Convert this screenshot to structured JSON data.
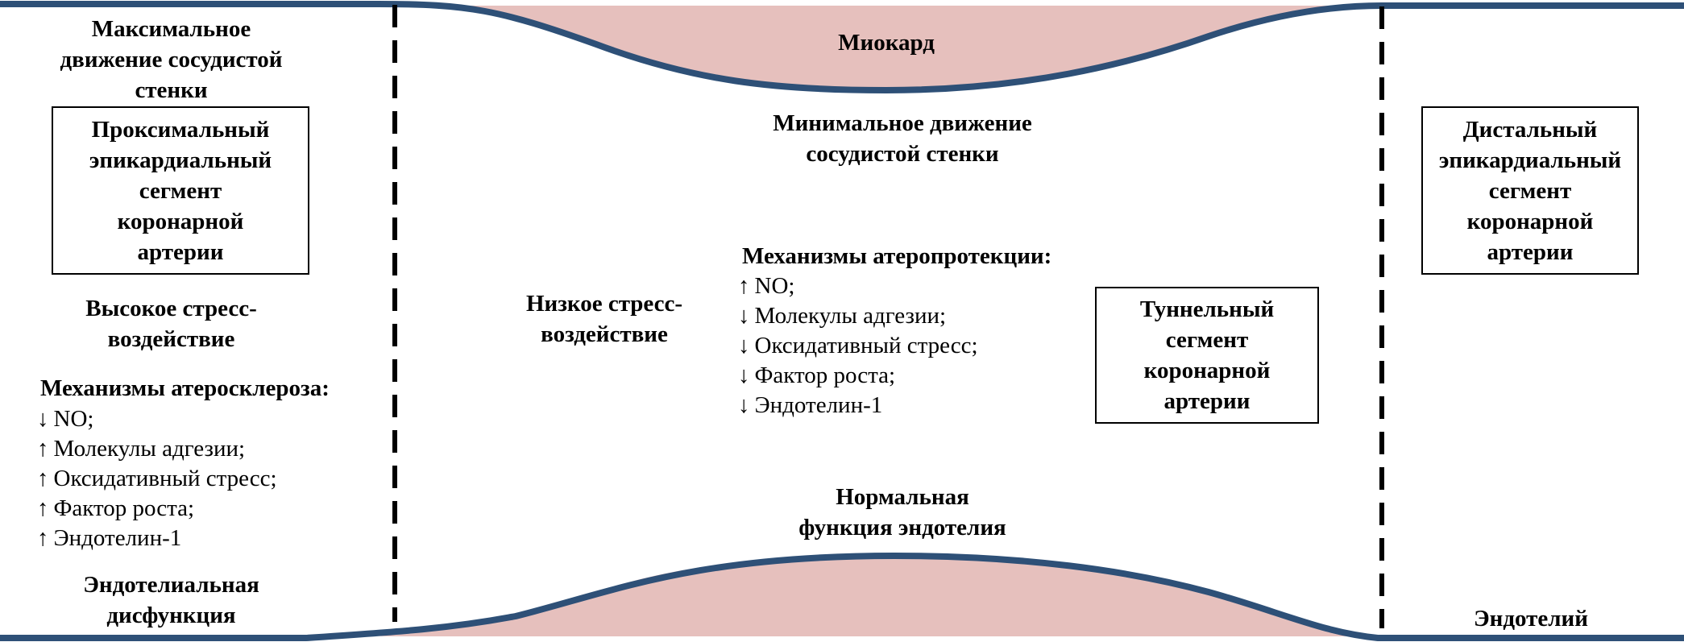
{
  "colors": {
    "vessel_wall": "#2e5077",
    "myocardium_fill": "#e6c0bd",
    "boundary_dash": "#000000",
    "text": "#000000"
  },
  "left": {
    "wall_motion": "Максимальное\nдвижение сосудистой\nстенки",
    "segment_box": "Проксимальный\nэпикардиальный\nсегмент\nкоронарной\nартерии",
    "stress": "Высокое стресс-\nвоздействие",
    "mechanisms_title": "Механизмы атеросклероза:",
    "mechanisms": [
      {
        "arrow": "↓",
        "text": "NO;"
      },
      {
        "arrow": "↑",
        "text": "Молекулы адгезии;"
      },
      {
        "arrow": "↑",
        "text": "Оксидативный стресс;"
      },
      {
        "arrow": "↑",
        "text": "Фактор роста;"
      },
      {
        "arrow": "↑",
        "text": "Эндотелин-1"
      }
    ],
    "endothelium": "Эндотелиальная\nдисфункция"
  },
  "middle": {
    "myocardium": "Миокард",
    "wall_motion": "Минимальное движение\nсосудистой стенки",
    "stress": "Низкое стресс-\nвоздействие",
    "mechanisms_title": "Механизмы атеропротекции:",
    "mechanisms": [
      {
        "arrow": "↑",
        "text": "NO;"
      },
      {
        "arrow": "↓",
        "text": "Молекулы адгезии;"
      },
      {
        "arrow": "↓",
        "text": "Оксидативный стресс;"
      },
      {
        "arrow": "↓",
        "text": "Фактор роста;"
      },
      {
        "arrow": "↓",
        "text": "Эндотелин-1"
      }
    ],
    "segment_box": "Туннельный\nсегмент\nкоронарной\nартерии",
    "endothelium": "Нормальная\nфункция эндотелия"
  },
  "right": {
    "segment_box": "Дистальный\nэпикардиальный\nсегмент\nкоронарной\nартерии",
    "endothelium": "Эндотелий"
  }
}
